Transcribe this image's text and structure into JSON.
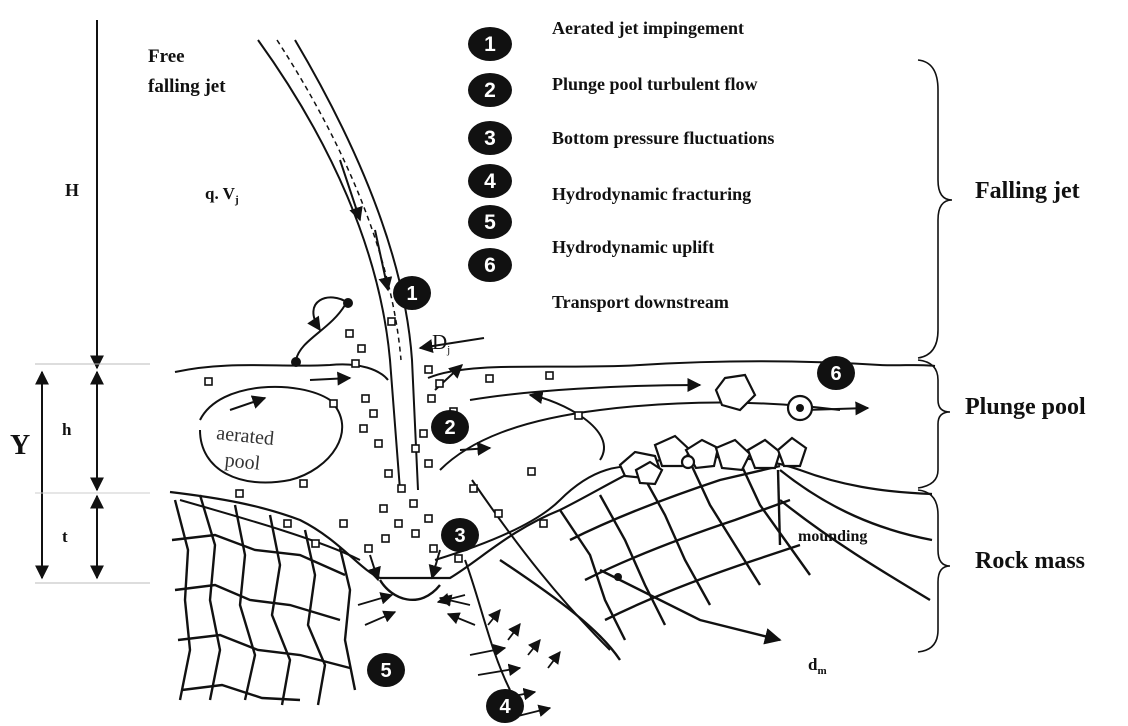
{
  "labels": {
    "free_falling_jet_line1": "Free",
    "free_falling_jet_line2": "falling jet",
    "H": "H",
    "q_v": "q. V",
    "q_v_sub": "j",
    "D": "D",
    "D_sub": "j",
    "Y": "Y",
    "h": "h",
    "t": "t",
    "aerated_line1": "aerated",
    "aerated_line2": "pool",
    "mounding": "mounding",
    "d": "d",
    "d_sub": "m"
  },
  "legend": [
    {
      "num": "1",
      "text": "Aerated jet impingement"
    },
    {
      "num": "2",
      "text": "Plunge pool turbulent flow"
    },
    {
      "num": "3",
      "text": "Bottom pressure fluctuations"
    },
    {
      "num": "4",
      "text": "Hydrodynamic fracturing"
    },
    {
      "num": "5",
      "text": "Hydrodynamic uplift"
    },
    {
      "num": "6",
      "text": "Transport downstream"
    }
  ],
  "zones": {
    "falling_jet": "Falling jet",
    "plunge_pool": "Plunge pool",
    "rock_mass": "Rock mass"
  },
  "colors": {
    "ink": "#111111",
    "badge": "#111111",
    "badge_text": "#ffffff"
  }
}
